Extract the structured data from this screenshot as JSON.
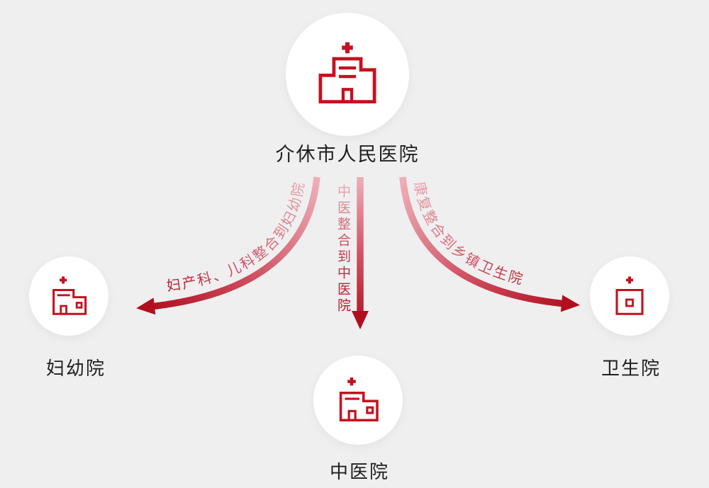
{
  "colors": {
    "background": "#efeff0",
    "accent_red": "#c4121f",
    "arrow_gradient_start": "#eeafb8",
    "arrow_gradient_end": "#b20e1e",
    "node_fill": "#ffffff",
    "label_text": "#1f1f1f"
  },
  "nodes": {
    "main": {
      "label": "介休市人民医院",
      "icon": "hospital-icon"
    },
    "left": {
      "label": "妇幼院",
      "icon": "hospital-icon"
    },
    "bottom": {
      "label": "中医院",
      "icon": "hospital-icon"
    },
    "right": {
      "label": "卫生院",
      "icon": "hospital-icon"
    }
  },
  "edges": {
    "to_left": {
      "label": "妇产科、儿科整合到妇幼院",
      "from": "介休市人民医院",
      "to": "妇幼院"
    },
    "to_bottom": {
      "label": "中医整合到中医院",
      "from": "介休市人民医院",
      "to": "中医院"
    },
    "to_right": {
      "label": "康复整合到乡镇卫生院",
      "from": "介休市人民医院",
      "to": "卫生院"
    }
  }
}
